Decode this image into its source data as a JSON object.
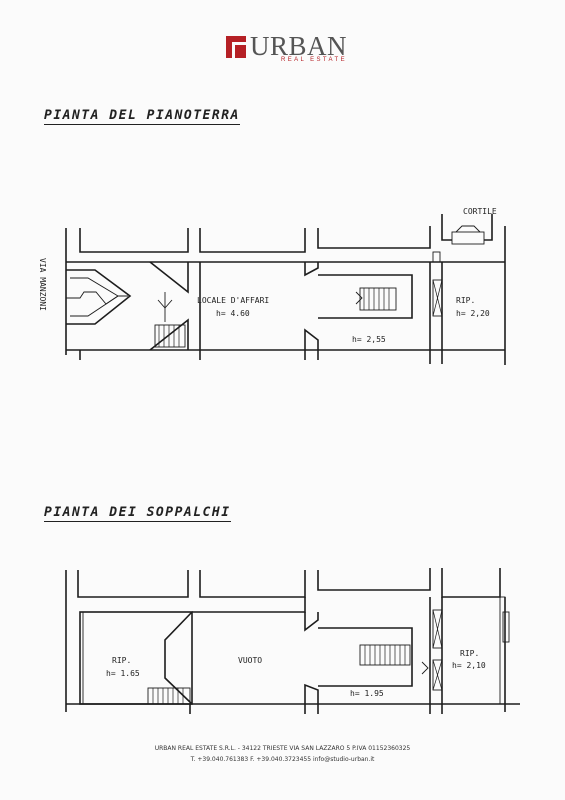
{
  "header": {
    "brand": "URBAN",
    "tagline": "REAL ESTATE"
  },
  "ground_floor": {
    "title": "PIANTA DEL PIANOTERRA",
    "street_label": "VIA MANZONI",
    "courtyard_label": "CORTILE",
    "main_room_label": "LOCALE D'AFFARI",
    "main_room_height": "h= 4.60",
    "corridor_height": "h= 2,55",
    "storage_label": "RIP.",
    "storage_height": "h= 2,20"
  },
  "mezzanine": {
    "title": "PIANTA DEI SOPPALCHI",
    "storage_left_label": "RIP.",
    "storage_left_height": "h= 1.65",
    "void_label": "VUOTO",
    "mid_height": "h= 1.95",
    "storage_right_label": "RIP.",
    "storage_right_height": "h= 2,10"
  },
  "footer": {
    "line1": "URBAN REAL ESTATE S.R.L. -  34122 TRIESTE VIA SAN LAZZARO 5 P.IVA 01152360325",
    "line2": "T. +39.040.761383  F. +39.040.3723455  info@studio-urban.it"
  }
}
